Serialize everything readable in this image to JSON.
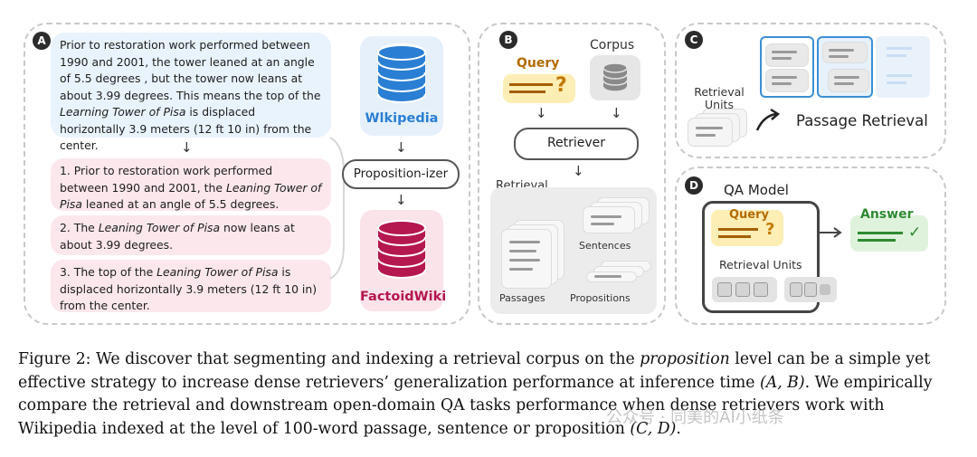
{
  "panel_a": {
    "badge": "A",
    "source_text": [
      {
        "t": "Prior to restoration work performed between 1990 and 2001, the tower leaned at an angle of 5.5 degrees ,    but the tower now leans at about 3.99 degrees.     This means the top of the ",
        "i": false
      },
      {
        "t": "Learning Tower of Pisa",
        "i": true
      },
      {
        "t": " is displaced horizontally 3.9 meters (12 ft 10 in) from the center.",
        "i": false
      }
    ],
    "propositions": [
      [
        {
          "t": "1. Prior to restoration work performed between 1990 and 2001, the ",
          "i": false
        },
        {
          "t": "Leaning Tower of Pisa",
          "i": true
        },
        {
          "t": " leaned at an angle of 5.5 degrees.",
          "i": false
        }
      ],
      [
        {
          "t": "2. The ",
          "i": false
        },
        {
          "t": "Leaning Tower of Pisa",
          "i": true
        },
        {
          "t": " now leans at about 3.99 degrees.",
          "i": false
        }
      ],
      [
        {
          "t": "3. The top of the ",
          "i": false
        },
        {
          "t": "Leaning Tower of Pisa",
          "i": true
        },
        {
          "t": " is displaced horizontally 3.9 meters (12 ft 10 in) from the center.",
          "i": false
        }
      ]
    ],
    "wiki_label": "Wlkipedia",
    "propositionizer_label": "Proposition-izer",
    "factoid_label": "FactoidWiki",
    "wiki_color": "#2a7fd4",
    "factoid_color": "#b5174f"
  },
  "panel_b": {
    "badge": "B",
    "query_label": "Query",
    "corpus_label": "Corpus",
    "retriever_label": "Retriever",
    "units_label": "Retrieval Units",
    "sentences_label": "Sentences",
    "passages_label": "Passages",
    "propositions_label": "Propositions"
  },
  "panel_c": {
    "badge": "C",
    "units_label": "Retrieval Units",
    "passage_retrieval_label": "Passage Retrieval"
  },
  "panel_d": {
    "badge": "D",
    "qa_model_label": "QA Model",
    "query_label": "Query",
    "units_label": "Retrieval Units",
    "answer_label": "Answer"
  },
  "caption": [
    {
      "t": "Figure 2: We discover that segmenting and indexing a retrieval corpus on the ",
      "i": false
    },
    {
      "t": "proposition",
      "i": true
    },
    {
      "t": " level can be a simple yet effective strategy to increase dense retrievers’ generalization performance at inference time ",
      "i": false
    },
    {
      "t": "(A, B)",
      "i": true
    },
    {
      "t": ". We empirically compare the retrieval and downstream open-domain QA tasks performance when dense retrievers work with Wikipedia indexed at the level of 100-word passage, sentence or proposition ",
      "i": false
    },
    {
      "t": "(C, D)",
      "i": true
    },
    {
      "t": ".",
      "i": false
    }
  ],
  "watermark": "公众号 · 同美的AI小纸条",
  "colors": {
    "query_bg": "#fdeeb5",
    "query_accent": "#c47a00",
    "answer_bg": "#dff3dc",
    "answer_accent": "#2f8a32",
    "highlight_blue": "#3b8fd6"
  }
}
